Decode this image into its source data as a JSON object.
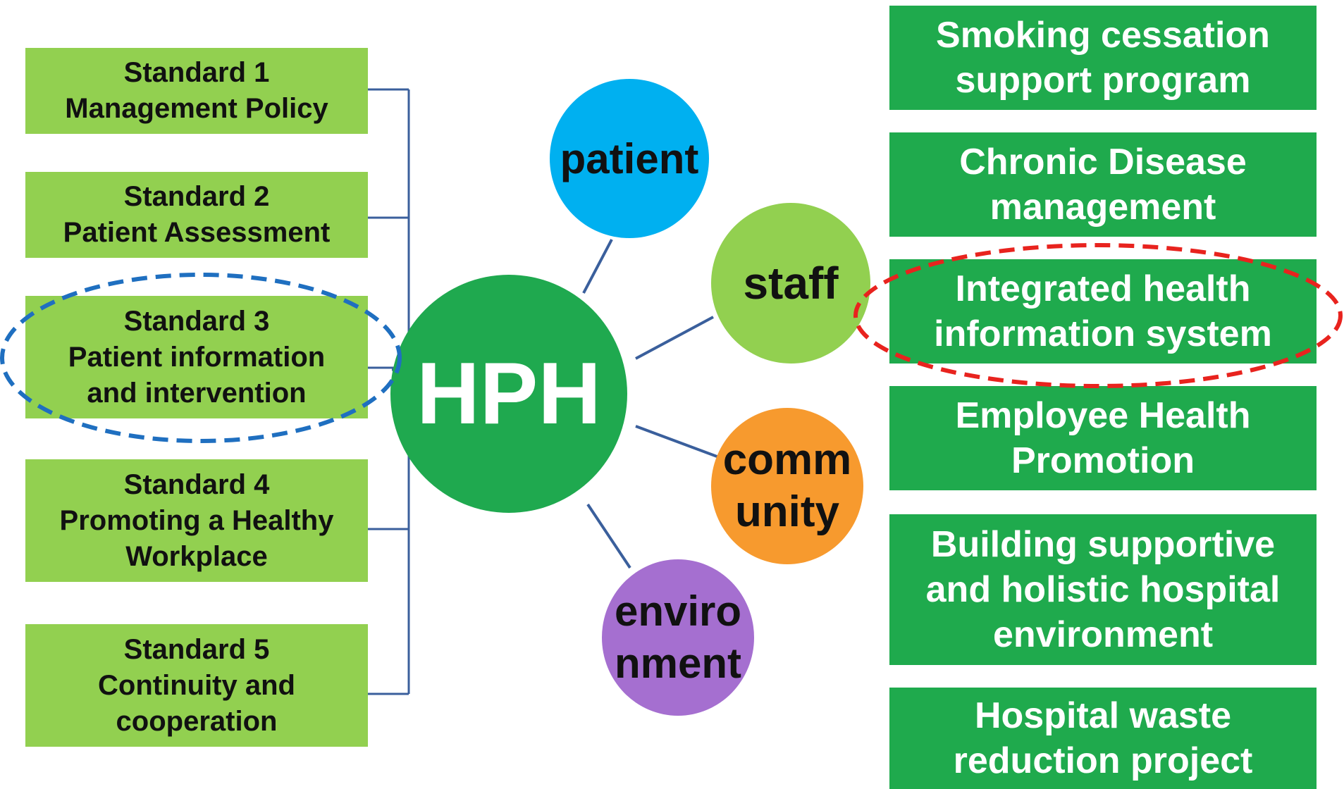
{
  "center": {
    "label": "HPH"
  },
  "standards": [
    {
      "lines": [
        "Standard 1",
        "Management  Policy"
      ]
    },
    {
      "lines": [
        "Standard 2",
        "Patient Assessment"
      ]
    },
    {
      "lines": [
        "Standard 3",
        "Patient information",
        "and intervention"
      ]
    },
    {
      "lines": [
        "Standard 4",
        "Promoting a Healthy",
        "Workplace"
      ]
    },
    {
      "lines": [
        "Standard 5",
        "Continuity and",
        "cooperation"
      ]
    }
  ],
  "nodes": {
    "patient": {
      "lines": [
        "patient"
      ]
    },
    "staff": {
      "lines": [
        "staff"
      ]
    },
    "community": {
      "lines": [
        "comm",
        "unity"
      ]
    },
    "environment": {
      "lines": [
        "enviro",
        "nment"
      ]
    }
  },
  "programs": [
    {
      "lines": [
        "Smoking cessation",
        "support  program"
      ]
    },
    {
      "lines": [
        "Chronic Disease",
        "management"
      ]
    },
    {
      "lines": [
        "Integrated health",
        "information system"
      ]
    },
    {
      "lines": [
        "Employee Health",
        "Promotion"
      ]
    },
    {
      "lines": [
        "Building supportive",
        "and holistic  hospital",
        "environment"
      ]
    },
    {
      "lines": [
        "Hospital waste",
        "reduction project"
      ]
    }
  ],
  "colors": {
    "standard_box": "#92d050",
    "program_box": "#1faa4d",
    "hph": "#1fa94f",
    "patient": "#00b0f0",
    "staff": "#92d050",
    "community": "#f79a2e",
    "environment": "#a56fd0",
    "connector": "#3a5f9c",
    "highlight_standard": "#1f6fc0",
    "highlight_program": "#e8231e"
  }
}
